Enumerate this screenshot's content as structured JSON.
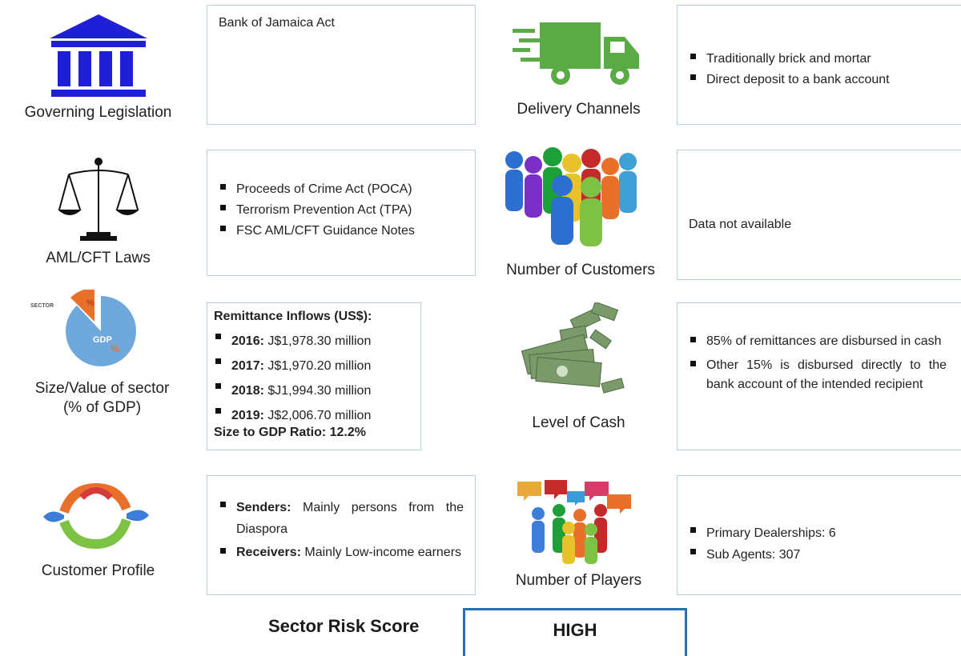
{
  "left_rows": [
    {
      "label": "Governing Legislation",
      "icon": "government-building-icon",
      "text": "Bank of Jamaica Act"
    },
    {
      "label": "AML/CFT Laws",
      "icon": "scales-icon",
      "bullets": [
        "Proceeds of Crime Act (POCA)",
        "Terrorism Prevention Act (TPA)",
        "FSC AML/CFT Guidance Notes"
      ]
    },
    {
      "label_line1": "Size/Value of sector",
      "label_line2": "(% of GDP)",
      "icon": "pie-chart-icon",
      "icon_text_sector": "SECTOR",
      "icon_text_pct": "%",
      "icon_text_gdp": "GDP",
      "heading": "Remittance Inflows (US$):",
      "items": [
        {
          "year": "2016:",
          "value": "J$1,978.30 million"
        },
        {
          "year": "2017:",
          "value": "J$1,970.20 million"
        },
        {
          "year": "2018:",
          "value": "$J1,994.30 million"
        },
        {
          "year": "2019:",
          "value": "J$2,006.70 million"
        }
      ],
      "footer": "Size to GDP Ratio: 12.2%"
    },
    {
      "label": "Customer Profile",
      "icon": "customer-cycle-icon",
      "items": [
        {
          "bold": "Senders:",
          "text": " Mainly persons from the Diaspora"
        },
        {
          "bold": "Receivers:",
          "text": " Mainly Low-income earners"
        }
      ]
    }
  ],
  "right_rows": [
    {
      "label": "Delivery Channels",
      "icon": "delivery-truck-icon",
      "bullets": [
        "Traditionally brick and mortar",
        "Direct deposit to a bank account"
      ]
    },
    {
      "label": "Number of Customers",
      "icon": "people-crowd-icon",
      "text": "Data not available"
    },
    {
      "label": "Level of Cash",
      "icon": "cash-icon",
      "bullets": [
        "85% of remittances are disbursed in cash",
        "Other 15% is disbursed directly to the bank account of the intended recipient"
      ]
    },
    {
      "label": "Number of Players",
      "icon": "players-speech-icon",
      "bullets": [
        "Primary Dealerships: 6",
        "Sub Agents: 307"
      ]
    }
  ],
  "risk": {
    "label": "Sector Risk Score",
    "value": "HIGH"
  }
}
